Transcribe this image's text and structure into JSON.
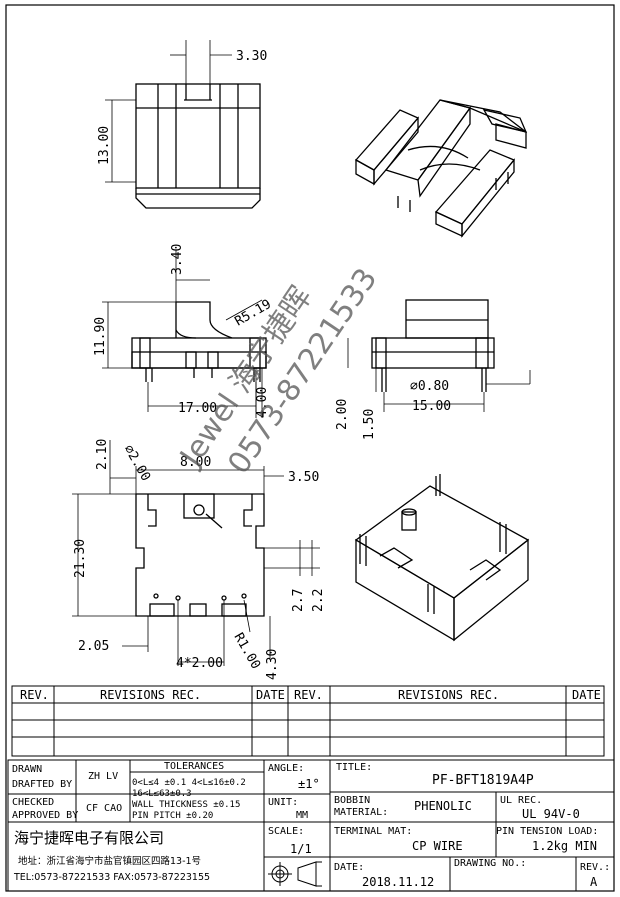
{
  "drawing": {
    "top_view": {
      "dim_width": "3.30",
      "dim_height": "13.00"
    },
    "side_view": {
      "dim_top": "3.40",
      "dim_height": "11.90",
      "dim_radius": "R5.19",
      "dim_span": "17.00",
      "dim_pin": "4.00"
    },
    "end_view": {
      "dim_pin_dia": "⌀0.80",
      "dim_span": "15.00",
      "dim_a": "2.00",
      "dim_b": "1.50"
    },
    "bottom_view": {
      "dim_a": "2.10",
      "dim_dia": "⌀2.00",
      "dim_pitch_top": "8.00",
      "dim_right": "3.50",
      "dim_height": "21.30",
      "dim_b": "2.7",
      "dim_c": "2.2",
      "dim_left": "2.05",
      "dim_radius": "R1.00",
      "dim_pitch": "4*2.00",
      "dim_d": "4.30"
    }
  },
  "watermark": {
    "line1": "Jewel  海宁捷晖",
    "line2": "0573-87221533"
  },
  "revisions": {
    "rev_label": "REV.",
    "revisions_label": "REVISIONS  REC.",
    "date_label": "DATE"
  },
  "title_block": {
    "drawn_label": "DRAWN",
    "drafted_label": "DRAFTED BY",
    "drafted_value": "ZH LV",
    "checked_label": "CHECKED",
    "approved_label": "APPROVED BY",
    "approved_value": "CF CAO",
    "tolerances_label": "TOLERANCES",
    "tol_line1": "0<L≤4 ±0.1 4<L≤16±0.2",
    "tol_line2": "16<L≤63±0.3",
    "tol_line3": "WALL THICKNESS ±0.15",
    "tol_line4": "PIN PITCH ±0.20",
    "angle_label": "ANGLE:",
    "angle_value": "±1°",
    "unit_label": "UNIT:",
    "unit_value": "MM",
    "scale_label": "SCALE:",
    "scale_value": "1/1",
    "title_label": "TITLE:",
    "title_value": "PF-BFT1819A4P",
    "bobbin_label": "BOBBIN",
    "material_label": "MATERIAL:",
    "material_value": "PHENOLIC",
    "ul_label": "UL REC.",
    "ul_value": "UL 94V-0",
    "terminal_label": "TERMINAL MAT:",
    "terminal_value": "CP WIRE",
    "tension_label": "PIN TENSION LOAD:",
    "tension_value": "1.2kg MIN",
    "date_label": "DATE:",
    "date_value": "2018.11.12",
    "drawing_no_label": "DRAWING NO.:",
    "rev_label": "REV.:",
    "rev_value": "A",
    "company": "海宁捷晖电子有限公司",
    "address": "地址：浙江省海宁市盐官镇园区四路13-1号",
    "contact": "TEL:0573-87221533 FAX:0573-87223155"
  }
}
